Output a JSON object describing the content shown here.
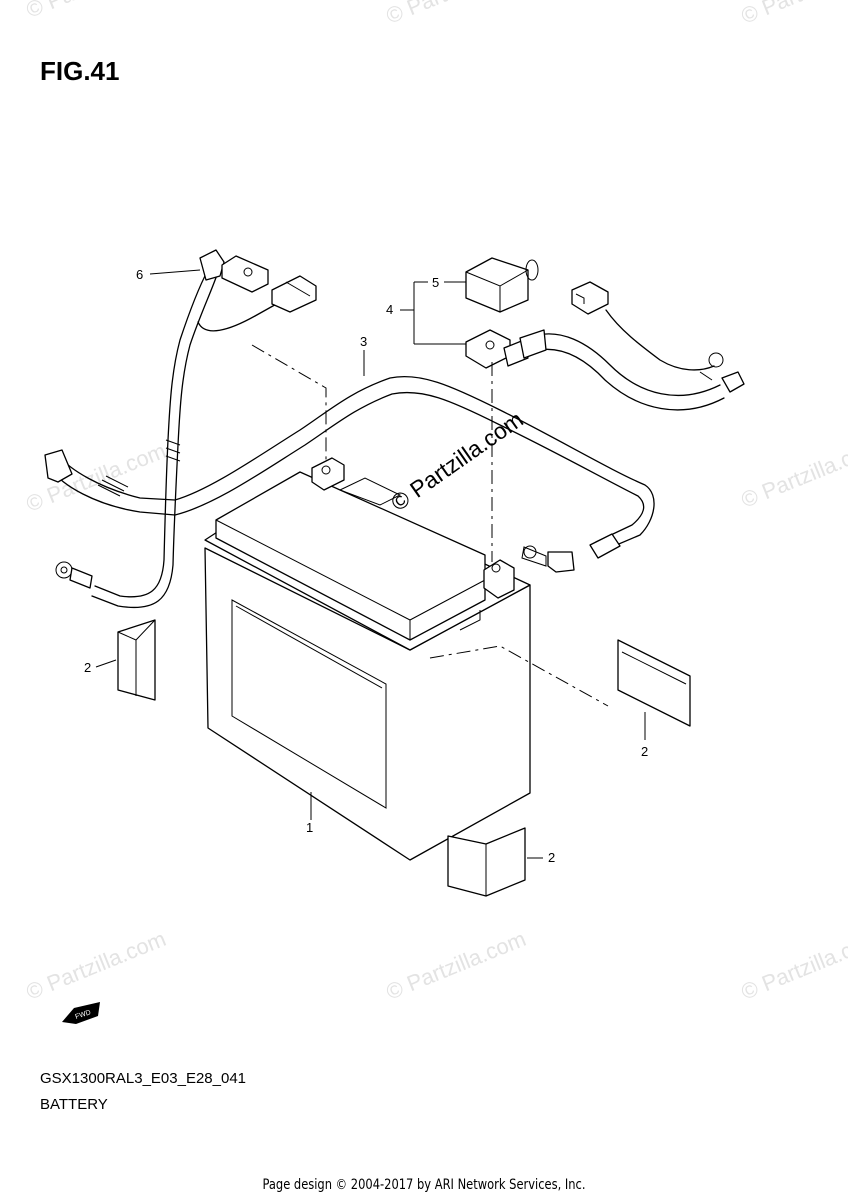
{
  "figure": {
    "title": "FIG.41"
  },
  "callouts": [
    {
      "number": "1"
    },
    {
      "number": "2"
    },
    {
      "number": "2"
    },
    {
      "number": "2"
    },
    {
      "number": "3"
    },
    {
      "number": "4"
    },
    {
      "number": "5"
    },
    {
      "number": "6"
    }
  ],
  "fwd_label": "FWD",
  "watermark": {
    "main": "© Partzilla.com",
    "repeat": "© Partzilla.com"
  },
  "caption": {
    "model_code": "GSX1300RAL3_E03_E28_041",
    "section": "BATTERY"
  },
  "footer": {
    "text": "Page design © 2004-2017 by ARI Network Services, Inc."
  }
}
